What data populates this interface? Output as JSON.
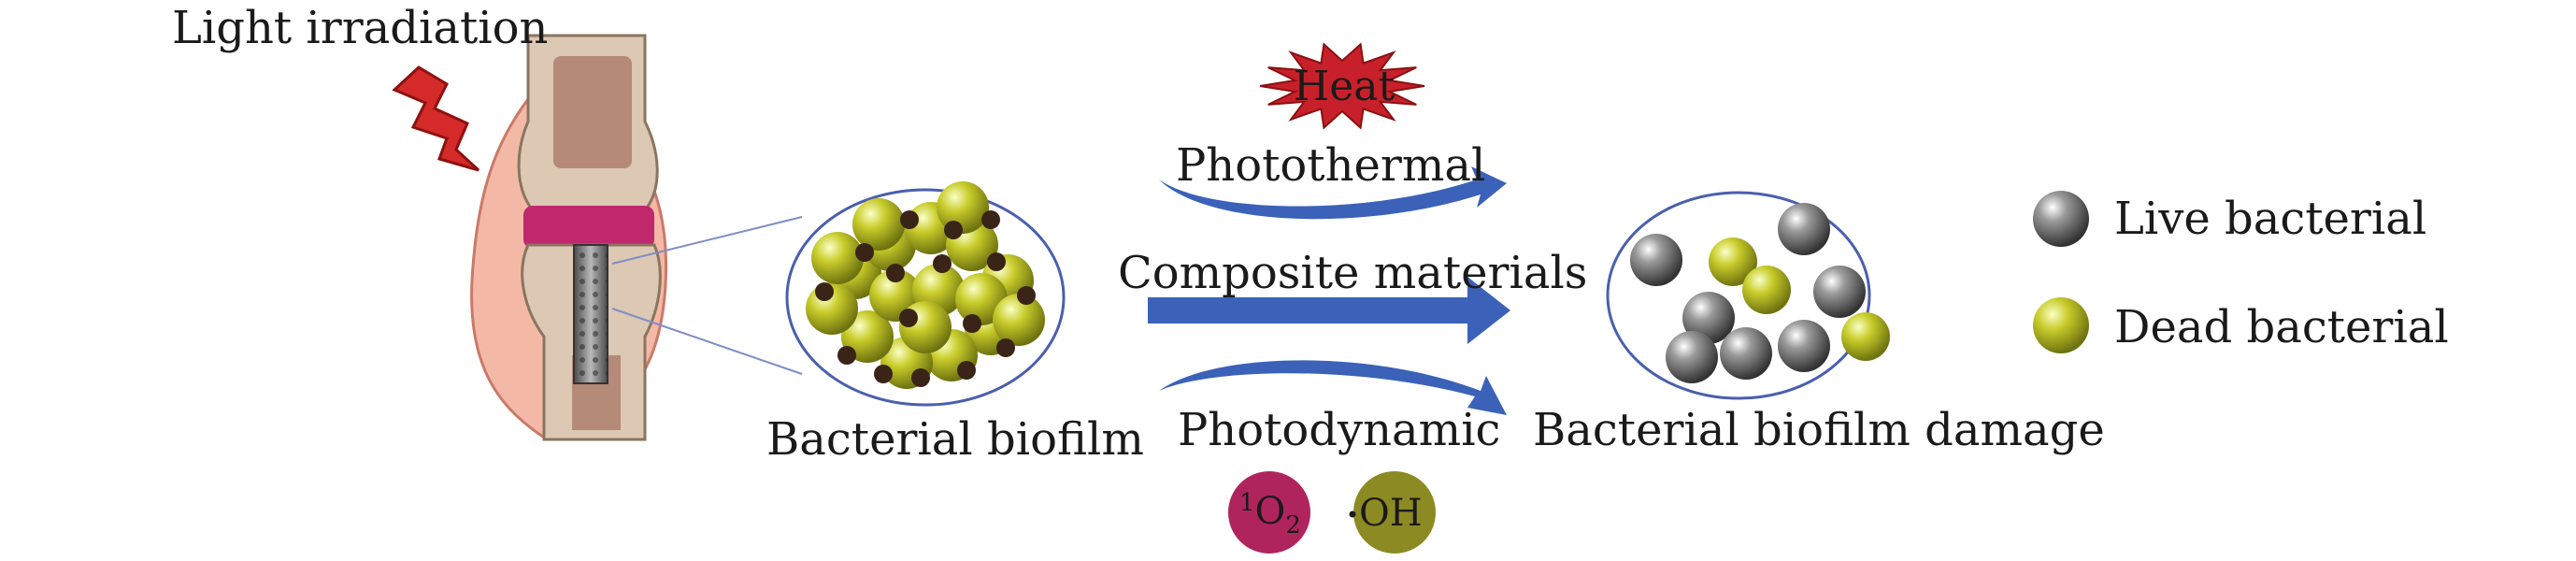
{
  "labels": {
    "light": "Light irradiation",
    "heat": "Heat",
    "photothermal": "Photothermal",
    "composite": "Composite materials",
    "photodynamic": "Photodynamic",
    "biofilm": "Bacterial biofilm",
    "damage": "Bacterial biofilm damage"
  },
  "radicals": {
    "singlet_sup": "1",
    "singlet_main": "O",
    "singlet_sub": "2",
    "hydroxyl": "OH"
  },
  "legend": {
    "live": "Live bacterial",
    "dead": "Dead bacterial"
  },
  "colors": {
    "live_bacteria": "#6b6b6b",
    "dead_bacteria": "#c8cc2a",
    "arrow_blue": "#3b62b8",
    "heat_red": "#c8202a",
    "singlet_oxygen": "#b0245e",
    "hydroxyl_radical": "#8c8a22",
    "lightning": "#d42a2a",
    "skin": "#f4b9a6",
    "bone": "#dcc8b3",
    "cartilage": "#c0286e"
  }
}
